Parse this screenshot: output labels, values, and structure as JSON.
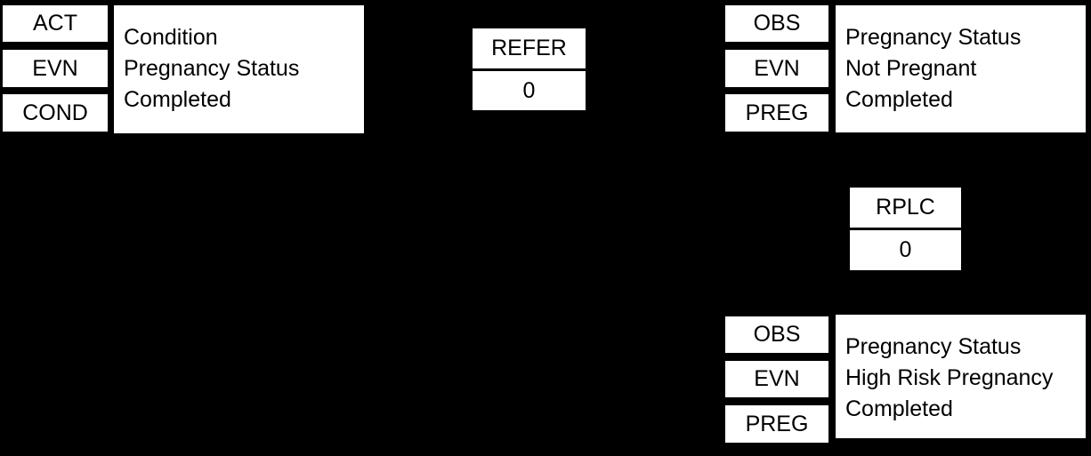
{
  "colors": {
    "background": "#000000",
    "box_fill": "#ffffff",
    "border": "#000000",
    "text": "#000000"
  },
  "nodes": {
    "condition": {
      "codes": [
        "ACT",
        "EVN",
        "COND"
      ],
      "lines": [
        "Condition",
        "Pregnancy Status",
        "Completed"
      ]
    },
    "not_pregnant": {
      "codes": [
        "OBS",
        "EVN",
        "PREG"
      ],
      "lines": [
        "Pregnancy Status",
        "Not Pregnant",
        "Completed"
      ]
    },
    "high_risk": {
      "codes": [
        "OBS",
        "EVN",
        "PREG"
      ],
      "lines": [
        "Pregnancy Status",
        "High Risk Pregnancy",
        "Completed"
      ]
    }
  },
  "relationships": {
    "refer": {
      "type": "REFER",
      "value": "0"
    },
    "rplc": {
      "type": "RPLC",
      "value": "0"
    }
  }
}
